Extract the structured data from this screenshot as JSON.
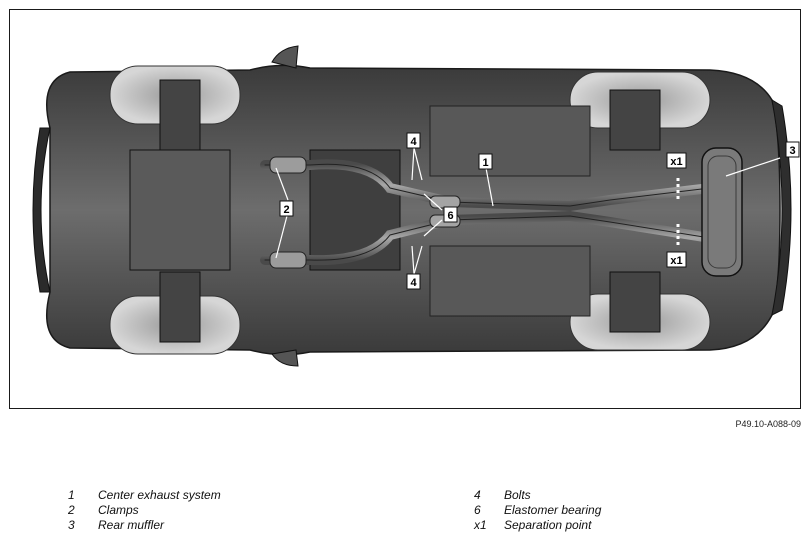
{
  "figure_id": "P49.10-A088-09",
  "callouts": {
    "c1": "1",
    "c2": "2",
    "c3": "3",
    "c4_top": "4",
    "c4_bottom": "4",
    "c6": "6",
    "x1_top": "x1",
    "x1_bottom": "x1"
  },
  "legend": {
    "left": [
      {
        "num": "1",
        "text": "Center exhaust system"
      },
      {
        "num": "2",
        "text": "Clamps"
      },
      {
        "num": "3",
        "text": "Rear muffler"
      }
    ],
    "right": [
      {
        "num": "4",
        "text": "Bolts"
      },
      {
        "num": "6",
        "text": "Elastomer bearing"
      },
      {
        "num": "x1",
        "text": "Separation point"
      }
    ]
  }
}
